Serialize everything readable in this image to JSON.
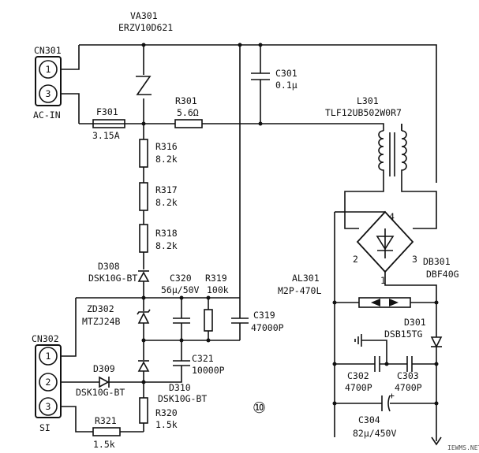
{
  "components": {
    "va301": {
      "ref": "VA301",
      "value": "ERZV10D621"
    },
    "cn301": {
      "ref": "CN301",
      "pin1": "1",
      "pin3": "3",
      "label": "AC-IN"
    },
    "c301": {
      "ref": "C301",
      "value": "0.1μ"
    },
    "f301": {
      "ref": "F301",
      "value": "3.15A"
    },
    "r301": {
      "ref": "R301",
      "value": "5.6Ω"
    },
    "l301": {
      "ref": "L301",
      "value": "TLF12UB502W0R7"
    },
    "r316": {
      "ref": "R316",
      "value": "8.2k"
    },
    "r317": {
      "ref": "R317",
      "value": "8.2k"
    },
    "r318": {
      "ref": "R318",
      "value": "8.2k"
    },
    "db301": {
      "ref": "DB301",
      "value": "DBF40G",
      "pin1": "1",
      "pin2": "2",
      "pin3": "3",
      "pin4": "4"
    },
    "d308": {
      "ref": "D308",
      "value": "DSK10G-BT"
    },
    "c320": {
      "ref": "C320",
      "value": "56μ/50V"
    },
    "r319": {
      "ref": "R319",
      "value": "100k"
    },
    "al301": {
      "ref": "AL301",
      "value": "M2P-470L"
    },
    "zd302": {
      "ref": "ZD302",
      "value": "MTZJ24B"
    },
    "c319": {
      "ref": "C319",
      "value": "47000P"
    },
    "d301": {
      "ref": "D301",
      "value": "DSB15TG"
    },
    "cn302": {
      "ref": "CN302",
      "pin1": "1",
      "pin2": "2",
      "pin3": "3",
      "label": "SI"
    },
    "c321": {
      "ref": "C321",
      "value": "10000P"
    },
    "d309": {
      "ref": "D309",
      "value": "DSK10G-BT"
    },
    "d310": {
      "ref": "D310",
      "value": "DSK10G-BT"
    },
    "c302": {
      "ref": "C302",
      "value": "4700P"
    },
    "c303": {
      "ref": "C303",
      "value": "4700P"
    },
    "r320": {
      "ref": "R320",
      "value": "1.5k"
    },
    "r321": {
      "ref": "R321",
      "value": "1.5k"
    },
    "c304": {
      "ref": "C304",
      "value": "82μ/450V",
      "polarity": "+"
    }
  },
  "page_marker": "⑩",
  "watermark": "IEWMS.NET"
}
